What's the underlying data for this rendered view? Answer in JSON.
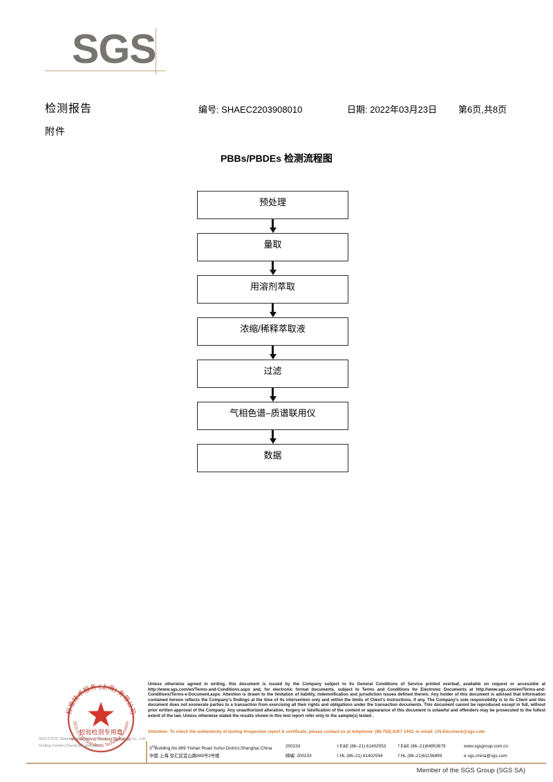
{
  "brand": {
    "logo_text": "SGS",
    "logo_color": "#78746f",
    "rule_color": "#c6a77d"
  },
  "header": {
    "title": "检测报告",
    "attachment_label": "附件",
    "report_no": "编号: SHAEC2203908010",
    "date": "日期: 2022年03月23日",
    "page": "第6页,共8页"
  },
  "flowchart": {
    "title": "PBBs/PBDEs 检测流程图",
    "nodes": [
      {
        "label": "预处理"
      },
      {
        "label": "量取"
      },
      {
        "label": "用溶剂萃取"
      },
      {
        "label": "浓缩/稀释萃取液"
      },
      {
        "label": "过滤"
      },
      {
        "label": "气相色谱–质谱联用仪"
      },
      {
        "label": "数据"
      }
    ]
  },
  "stamp": {
    "outer_text_cn": "标准技术服务 (上海) 有限公司",
    "center_text_cn": "检验检测专用章",
    "center_text_en": "Inspection & Testing Services",
    "color": "#c0392b",
    "caption_line1": "SGS-CSTC Standards Technical Services (Shanghai) Co., Ltd.",
    "caption_line2": "Testing Center-Chemical Laboratory"
  },
  "footer": {
    "legal": "Unless otherwise agreed in writing, this document is issued by the Company subject to its General Conditions of Service printed overleaf, available on request or accessible at http://www.sgs.com/en/Terms-and-Conditions.aspx and, for electronic format documents, subject to Terms and Conditions for Electronic Documents at http://www.sgs.com/en/Terms-and-Conditions/Terms-e-Document.aspx. Attention is drawn to the limitation of liability, indemnification and jurisdiction issues defined therein. Any holder of this document is advised that information contained hereon reflects the Company's findings at the time of its intervention only and within the limits of Client's instructions, if any. The Company's sole responsibility is to its Client and this document does not exonerate parties to a transaction from exercising all their rights and obligations under the transaction documents. This document cannot be reproduced except in full, without prior written approval of the Company. Any unauthorized alteration, forgery or falsification of the content or appearance of this document is unlawful and offenders may be prosecuted to the fullest extent of the law. Unless otherwise stated the results shown in this test report refer only to the sample(s) tested .",
    "attention": "Attention: To check the authenticity of testing /inspection report & certificate, please contact us at telephone: (86-755) 8307 1443, or email: CN.Doccheck@sgs.com",
    "attention_color": "#d4762a",
    "member_line": "Member of the SGS Group (SGS SA)"
  },
  "address": {
    "row_en": {
      "building_sup": "rd",
      "street": "Building,No.889 Yishan Road Xuhui District,Shanghai China",
      "postcode": "200233",
      "tel": "t E&E (86–21) 61402553",
      "fax": "f E&E (86–21)64953679",
      "web": "www.sgsgroup.com.cn"
    },
    "row_cn": {
      "street": "中国·上海·徐汇区宜山路889号3号楼",
      "postcode_label": "邮编: 200233",
      "tel": "t HL (86–21) 61402594",
      "fax": "f HL (86–21)61156899",
      "email": "e  sgs.china@sgs.com"
    },
    "building_number": "3"
  }
}
